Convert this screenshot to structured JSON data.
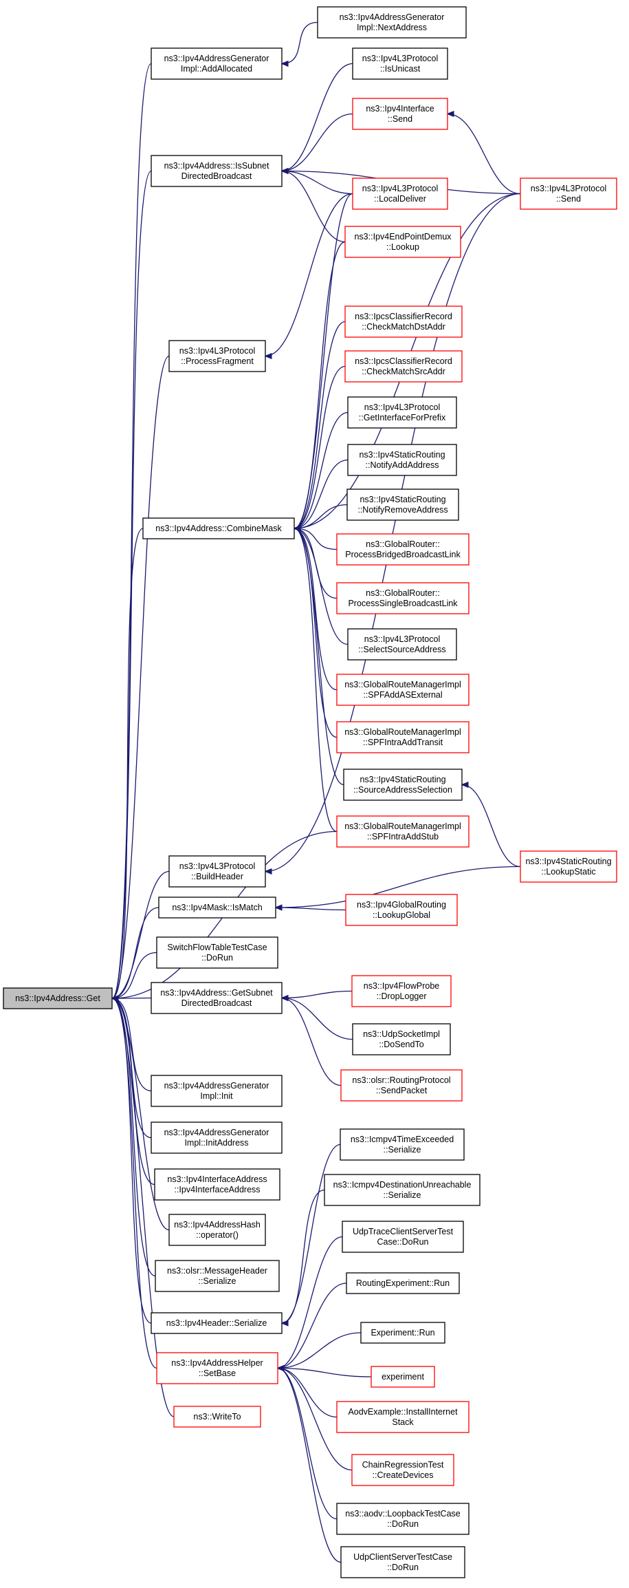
{
  "colors": {
    "edge": "#191970",
    "border_normal": "#000000",
    "border_truncated": "#ff0000",
    "fill_focus": "#bfbfbf",
    "fill_normal": "#ffffff"
  },
  "nodes": [
    {
      "id": "get",
      "lines": [
        "ns3::Ipv4Address::Get"
      ],
      "style": "focus"
    },
    {
      "id": "addAllocated",
      "lines": [
        "ns3::Ipv4AddressGenerator",
        "Impl::AddAllocated"
      ],
      "style": "normal"
    },
    {
      "id": "nextAddress",
      "lines": [
        "ns3::Ipv4AddressGenerator",
        "Impl::NextAddress"
      ],
      "style": "normal"
    },
    {
      "id": "isSubnetDB",
      "lines": [
        "ns3::Ipv4Address::IsSubnet",
        "DirectedBroadcast"
      ],
      "style": "normal"
    },
    {
      "id": "isUnicast",
      "lines": [
        "ns3::Ipv4L3Protocol",
        "::IsUnicast"
      ],
      "style": "normal"
    },
    {
      "id": "ifaceSend",
      "lines": [
        "ns3::Ipv4Interface",
        "::Send"
      ],
      "style": "truncated"
    },
    {
      "id": "localDeliver",
      "lines": [
        "ns3::Ipv4L3Protocol",
        "::LocalDeliver"
      ],
      "style": "truncated"
    },
    {
      "id": "l3Send",
      "lines": [
        "ns3::Ipv4L3Protocol",
        "::Send"
      ],
      "style": "truncated"
    },
    {
      "id": "epLookup",
      "lines": [
        "ns3::Ipv4EndPointDemux",
        "::Lookup"
      ],
      "style": "truncated"
    },
    {
      "id": "processFragment",
      "lines": [
        "ns3::Ipv4L3Protocol",
        "::ProcessFragment"
      ],
      "style": "normal"
    },
    {
      "id": "checkDst",
      "lines": [
        "ns3::IpcsClassifierRecord",
        "::CheckMatchDstAddr"
      ],
      "style": "truncated"
    },
    {
      "id": "checkSrc",
      "lines": [
        "ns3::IpcsClassifierRecord",
        "::CheckMatchSrcAddr"
      ],
      "style": "truncated"
    },
    {
      "id": "getIfForPrefix",
      "lines": [
        "ns3::Ipv4L3Protocol",
        "::GetInterfaceForPrefix"
      ],
      "style": "normal"
    },
    {
      "id": "notifyAdd",
      "lines": [
        "ns3::Ipv4StaticRouting",
        "::NotifyAddAddress"
      ],
      "style": "normal"
    },
    {
      "id": "notifyRemove",
      "lines": [
        "ns3::Ipv4StaticRouting",
        "::NotifyRemoveAddress"
      ],
      "style": "normal"
    },
    {
      "id": "combineMask",
      "lines": [
        "ns3::Ipv4Address::CombineMask"
      ],
      "style": "normal"
    },
    {
      "id": "procBridged",
      "lines": [
        "ns3::GlobalRouter::",
        "ProcessBridgedBroadcastLink"
      ],
      "style": "truncated"
    },
    {
      "id": "procSingle",
      "lines": [
        "ns3::GlobalRouter::",
        "ProcessSingleBroadcastLink"
      ],
      "style": "truncated"
    },
    {
      "id": "selectSrc",
      "lines": [
        "ns3::Ipv4L3Protocol",
        "::SelectSourceAddress"
      ],
      "style": "normal"
    },
    {
      "id": "spfASExt",
      "lines": [
        "ns3::GlobalRouteManagerImpl",
        "::SPFAddASExternal"
      ],
      "style": "truncated"
    },
    {
      "id": "spfTransit",
      "lines": [
        "ns3::GlobalRouteManagerImpl",
        "::SPFIntraAddTransit"
      ],
      "style": "truncated"
    },
    {
      "id": "srcAddrSel",
      "lines": [
        "ns3::Ipv4StaticRouting",
        "::SourceAddressSelection"
      ],
      "style": "normal"
    },
    {
      "id": "spfStub",
      "lines": [
        "ns3::GlobalRouteManagerImpl",
        "::SPFIntraAddStub"
      ],
      "style": "truncated"
    },
    {
      "id": "buildHeader",
      "lines": [
        "ns3::Ipv4L3Protocol",
        "::BuildHeader"
      ],
      "style": "normal"
    },
    {
      "id": "lookupStatic",
      "lines": [
        "ns3::Ipv4StaticRouting",
        "::LookupStatic"
      ],
      "style": "truncated"
    },
    {
      "id": "isMatch",
      "lines": [
        "ns3::Ipv4Mask::IsMatch"
      ],
      "style": "normal"
    },
    {
      "id": "lookupGlobal",
      "lines": [
        "ns3::Ipv4GlobalRouting",
        "::LookupGlobal"
      ],
      "style": "truncated"
    },
    {
      "id": "switchFlow",
      "lines": [
        "SwitchFlowTableTestCase",
        "::DoRun"
      ],
      "style": "normal"
    },
    {
      "id": "getSubnetDB",
      "lines": [
        "ns3::Ipv4Address::GetSubnet",
        "DirectedBroadcast"
      ],
      "style": "normal"
    },
    {
      "id": "dropLogger",
      "lines": [
        "ns3::Ipv4FlowProbe",
        "::DropLogger"
      ],
      "style": "truncated"
    },
    {
      "id": "doSendTo",
      "lines": [
        "ns3::UdpSocketImpl",
        "::DoSendTo"
      ],
      "style": "normal"
    },
    {
      "id": "sendPacket",
      "lines": [
        "ns3::olsr::RoutingProtocol",
        "::SendPacket"
      ],
      "style": "truncated"
    },
    {
      "id": "genInit",
      "lines": [
        "ns3::Ipv4AddressGenerator",
        "Impl::Init"
      ],
      "style": "normal"
    },
    {
      "id": "genInitAddr",
      "lines": [
        "ns3::Ipv4AddressGenerator",
        "Impl::InitAddress"
      ],
      "style": "normal"
    },
    {
      "id": "ifaceAddr",
      "lines": [
        "ns3::Ipv4InterfaceAddress",
        "::Ipv4InterfaceAddress"
      ],
      "style": "normal"
    },
    {
      "id": "addrHash",
      "lines": [
        "ns3::Ipv4AddressHash",
        "::operator()"
      ],
      "style": "normal"
    },
    {
      "id": "icmpTime",
      "lines": [
        "ns3::Icmpv4TimeExceeded",
        "::Serialize"
      ],
      "style": "normal"
    },
    {
      "id": "icmpDest",
      "lines": [
        "ns3::Icmpv4DestinationUnreachable",
        "::Serialize"
      ],
      "style": "normal"
    },
    {
      "id": "olsrMsg",
      "lines": [
        "ns3::olsr::MessageHeader",
        "::Serialize"
      ],
      "style": "normal"
    },
    {
      "id": "udpTrace",
      "lines": [
        "UdpTraceClientServerTest",
        "Case::DoRun"
      ],
      "style": "normal"
    },
    {
      "id": "hdrSerialize",
      "lines": [
        "ns3::Ipv4Header::Serialize"
      ],
      "style": "normal"
    },
    {
      "id": "routingExp",
      "lines": [
        "RoutingExperiment::Run"
      ],
      "style": "normal"
    },
    {
      "id": "setBase",
      "lines": [
        "ns3::Ipv4AddressHelper",
        "::SetBase"
      ],
      "style": "truncated"
    },
    {
      "id": "expRun",
      "lines": [
        "Experiment::Run"
      ],
      "style": "normal"
    },
    {
      "id": "experiment",
      "lines": [
        "experiment"
      ],
      "style": "truncated"
    },
    {
      "id": "writeTo",
      "lines": [
        "ns3::WriteTo"
      ],
      "style": "truncated"
    },
    {
      "id": "aodvInstall",
      "lines": [
        "AodvExample::InstallInternet",
        "Stack"
      ],
      "style": "truncated"
    },
    {
      "id": "chainReg",
      "lines": [
        "ChainRegressionTest",
        "::CreateDevices"
      ],
      "style": "truncated"
    },
    {
      "id": "aodvLoop",
      "lines": [
        "ns3::aodv::LoopbackTestCase",
        "::DoRun"
      ],
      "style": "normal"
    },
    {
      "id": "udpClient",
      "lines": [
        "UdpClientServerTestCase",
        "::DoRun"
      ],
      "style": "normal"
    }
  ],
  "edges": [
    [
      "get",
      "addAllocated"
    ],
    [
      "get",
      "isSubnetDB"
    ],
    [
      "get",
      "processFragment"
    ],
    [
      "get",
      "combineMask"
    ],
    [
      "get",
      "buildHeader"
    ],
    [
      "get",
      "isMatch"
    ],
    [
      "get",
      "switchFlow"
    ],
    [
      "get",
      "getSubnetDB"
    ],
    [
      "get",
      "genInit"
    ],
    [
      "get",
      "genInitAddr"
    ],
    [
      "get",
      "ifaceAddr"
    ],
    [
      "get",
      "addrHash"
    ],
    [
      "get",
      "olsrMsg"
    ],
    [
      "get",
      "hdrSerialize"
    ],
    [
      "get",
      "setBase"
    ],
    [
      "get",
      "writeTo"
    ],
    [
      "get",
      "spfStub"
    ],
    [
      "addAllocated",
      "nextAddress"
    ],
    [
      "isSubnetDB",
      "isUnicast"
    ],
    [
      "isSubnetDB",
      "ifaceSend"
    ],
    [
      "isSubnetDB",
      "localDeliver"
    ],
    [
      "isSubnetDB",
      "l3Send"
    ],
    [
      "isSubnetDB",
      "epLookup"
    ],
    [
      "ifaceSend",
      "l3Send"
    ],
    [
      "processFragment",
      "localDeliver"
    ],
    [
      "combineMask",
      "localDeliver"
    ],
    [
      "combineMask",
      "epLookup"
    ],
    [
      "combineMask",
      "l3Send"
    ],
    [
      "combineMask",
      "checkDst"
    ],
    [
      "combineMask",
      "checkSrc"
    ],
    [
      "combineMask",
      "getIfForPrefix"
    ],
    [
      "combineMask",
      "notifyAdd"
    ],
    [
      "combineMask",
      "notifyRemove"
    ],
    [
      "combineMask",
      "procBridged"
    ],
    [
      "combineMask",
      "procSingle"
    ],
    [
      "combineMask",
      "selectSrc"
    ],
    [
      "combineMask",
      "spfASExt"
    ],
    [
      "combineMask",
      "spfTransit"
    ],
    [
      "combineMask",
      "srcAddrSel"
    ],
    [
      "combineMask",
      "spfStub"
    ],
    [
      "srcAddrSel",
      "lookupStatic"
    ],
    [
      "buildHeader",
      "l3Send"
    ],
    [
      "isMatch",
      "lookupGlobal"
    ],
    [
      "isMatch",
      "lookupStatic"
    ],
    [
      "getSubnetDB",
      "dropLogger"
    ],
    [
      "getSubnetDB",
      "doSendTo"
    ],
    [
      "getSubnetDB",
      "sendPacket"
    ],
    [
      "hdrSerialize",
      "icmpTime"
    ],
    [
      "hdrSerialize",
      "icmpDest"
    ],
    [
      "setBase",
      "udpTrace"
    ],
    [
      "setBase",
      "routingExp"
    ],
    [
      "setBase",
      "expRun"
    ],
    [
      "setBase",
      "experiment"
    ],
    [
      "setBase",
      "aodvInstall"
    ],
    [
      "setBase",
      "chainReg"
    ],
    [
      "setBase",
      "aodvLoop"
    ],
    [
      "setBase",
      "udpClient"
    ]
  ]
}
